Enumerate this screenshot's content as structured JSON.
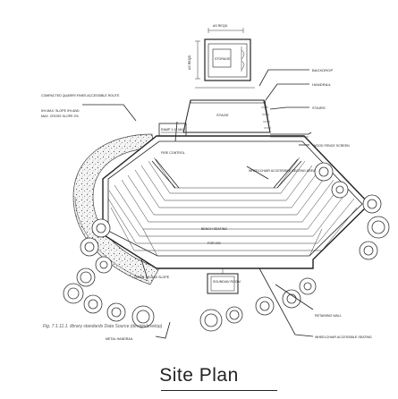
{
  "title": "Site Plan",
  "caption": "Fig. 7.1.11.1. library standards Data Source (designdevelop)",
  "labels": {
    "as_req_top": "AS REQD.",
    "as_req_side": "AS REQD.",
    "storage": "STORAGE",
    "backdrop": "BACKDROP",
    "handrail": "HANDRAIL",
    "stairs": "STAIRS",
    "stage": "STAGE",
    "compacted_route": "COMPACTED QUARRY-FINES ACCESSIBLE ROUTE",
    "max_slope": "5% MAX. SLOPE 5% AND",
    "max_cross_slope": "MAX. CROSS SLOPE 2%",
    "ramp": "RAMP 1:12 MAX.",
    "fire_control": "FIRE CONTROL",
    "wood_fence": "WOOD FENCE SCREEN",
    "wheelchair_area": "WHEELCHAIR ACCESSIBLE SEATING AREA",
    "bench_seating": "BENCH SEATING",
    "for_240": "FOR 240",
    "down_slope": "DOWN 1:4 MAX SLOPE",
    "sound_av_room": "SOUND/AV ROOM",
    "retaining_wall": "RETAINING WALL",
    "metal_handrail": "METAL HANDRAIL",
    "wheelchair_seating": "WHEELCHAIR ACCESSIBLE SEATING"
  }
}
